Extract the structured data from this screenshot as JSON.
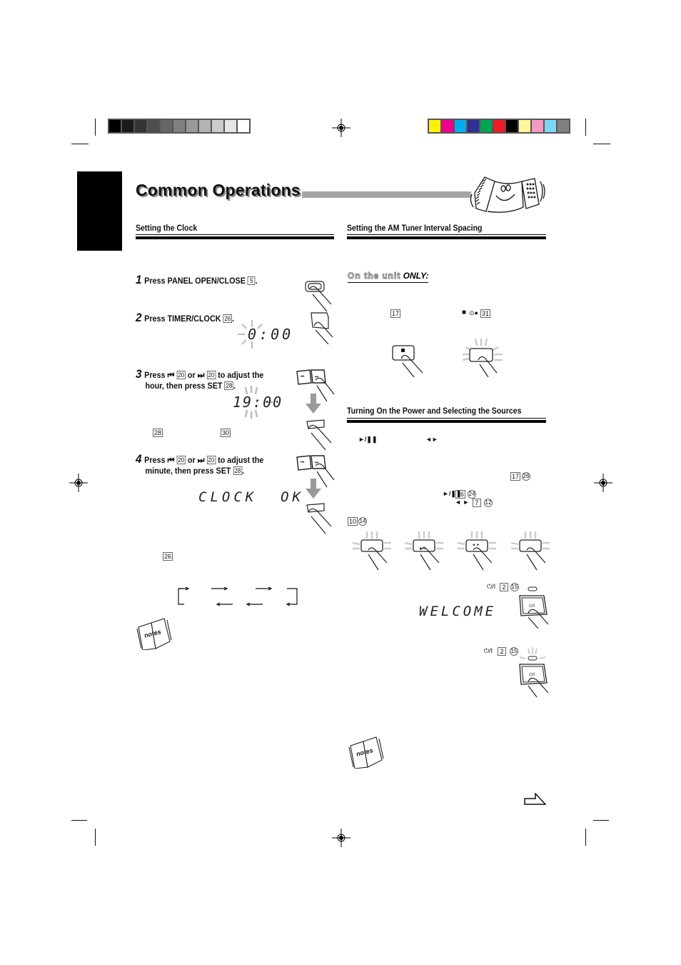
{
  "print_marks": {
    "grayscale_swatches": [
      "#000000",
      "#1a1a1a",
      "#333333",
      "#4d4d4d",
      "#666666",
      "#808080",
      "#999999",
      "#b3b3b3",
      "#cccccc",
      "#e6e6e6",
      "#ffffff"
    ],
    "color_swatches": [
      "#fff200",
      "#ec008c",
      "#00aeef",
      "#2e3192",
      "#00a651",
      "#ed1c24",
      "#000000",
      "#fff799",
      "#f49ac1",
      "#7dd8f7",
      "#808080"
    ]
  },
  "page": {
    "title": "Common Operations"
  },
  "left": {
    "section_title": "Setting the Clock",
    "steps": [
      {
        "num": "1",
        "text_before": "Press PANEL OPEN/CLOSE",
        "ref": "5",
        "text_after": "."
      },
      {
        "num": "2",
        "text_before": "Press TIMER/CLOCK",
        "ref": "26",
        "text_after": "."
      },
      {
        "num": "3",
        "line1_a": "Press",
        "prev_icon": "⏮",
        "ref1": "20",
        "or": "or",
        "next_icon": "⏭",
        "ref2": "20",
        "line1_b": "to adjust the",
        "line2_a": "hour, then press SET",
        "ref3": "28",
        "line2_b": "."
      },
      {
        "num": "4",
        "line1_a": "Press",
        "prev_icon": "⏮",
        "ref1": "20",
        "or": "or",
        "next_icon": "⏭",
        "ref2": "20",
        "line1_b": "to adjust the",
        "line2_a": "minute, then press SET",
        "ref3": "28",
        "line2_b": "."
      }
    ],
    "display_step2": "0:00",
    "display_step3": "19:00",
    "display_step4": "CLOCK  OK",
    "step3_refs": [
      "28",
      "30"
    ],
    "step4_ref": "26",
    "notes_label": "notes"
  },
  "right": {
    "section1_title": "Setting the AM Tuner Interval Spacing",
    "on_unit_label": "On the unit",
    "only_label": "ONLY:",
    "am_refs": {
      "ref1": "17",
      "stop_icon": "■",
      "rec_icon": "⊙●",
      "ref2": "31"
    },
    "section2_title": "Turning On the Power and Selecting the Sources",
    "play_pause_icon": "►/❚❚",
    "skip_icon": "◄►",
    "source_refs": {
      "row1": [
        "17",
        "26"
      ],
      "row2_icon": "►/❚❚",
      "row2": [
        "16",
        "24"
      ],
      "row3_icon": "◄ ►",
      "row3": [
        "7",
        "12"
      ],
      "row4": [
        "10",
        "14"
      ]
    },
    "power_icon": "⏻/I",
    "power_refs_1": [
      "2",
      "15"
    ],
    "power_refs_2": [
      "2",
      "15"
    ],
    "display_welcome": "WELCOME",
    "notes_label": "notes"
  }
}
